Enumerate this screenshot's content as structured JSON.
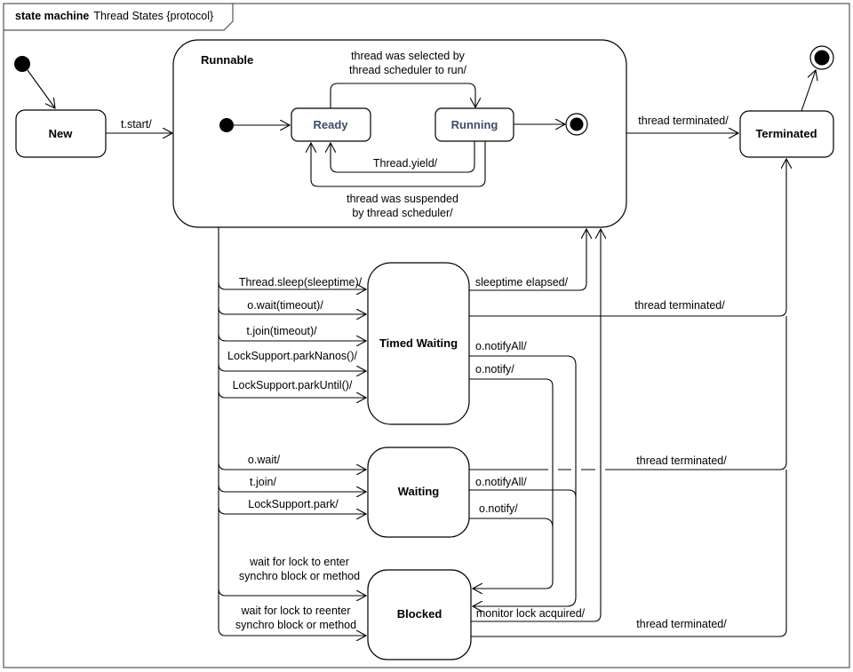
{
  "frame": {
    "keyword": "state machine",
    "name": "Thread States {protocol}"
  },
  "states": {
    "new": "New",
    "runnable": "Runnable",
    "ready": "Ready",
    "running": "Running",
    "terminated": "Terminated",
    "timed_waiting": "Timed Waiting",
    "waiting": "Waiting",
    "blocked": "Blocked"
  },
  "transitions": {
    "t_start": "t.start/",
    "selected_1": "thread was selected by",
    "selected_2": "thread scheduler to run/",
    "yield": "Thread.yield/",
    "suspended_1": "thread was suspended",
    "suspended_2": "by thread scheduler/",
    "runnable_terminated": "thread terminated/",
    "sleep": "Thread.sleep(sleeptime)/",
    "wait_timeout": "o.wait(timeout)/",
    "join_timeout": "t.join(timeout)/",
    "park_nanos": "LockSupport.parkNanos()/",
    "park_until": "LockSupport.parkUntil()/",
    "sleeptime_elapsed": "sleeptime elapsed/",
    "timed_terminated": "thread terminated/",
    "timed_notify_all": "o.notifyAll/",
    "timed_notify": "o.notify/",
    "o_wait": "o.wait/",
    "t_join": "t.join/",
    "park": "LockSupport.park/",
    "waiting_terminated": "thread terminated/",
    "waiting_notify_all": "o.notifyAll/",
    "waiting_notify": "o.notify/",
    "lock_enter_1": "wait for lock to enter",
    "lock_enter_2": "synchro block or method",
    "lock_reenter_1": "wait for lock to reenter",
    "lock_reenter_2": "synchro block or method",
    "lock_acquired": "monitor lock acquired/",
    "blocked_terminated": "thread terminated/"
  }
}
